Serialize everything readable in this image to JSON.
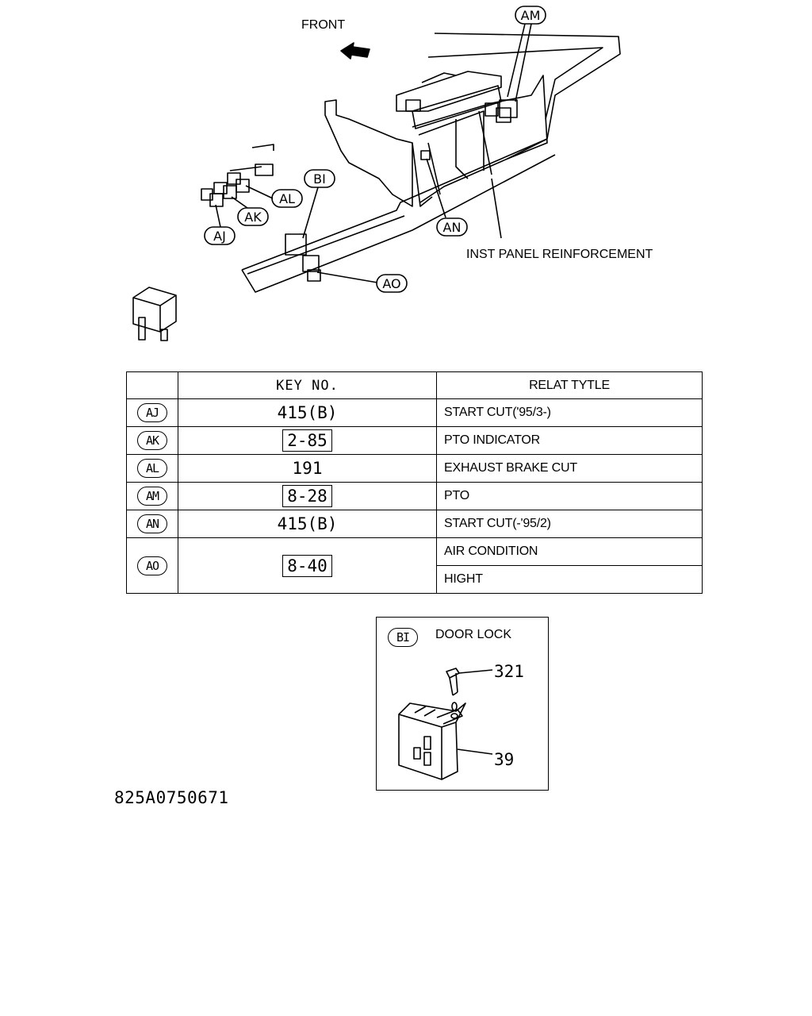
{
  "diagram": {
    "front_label": "FRONT",
    "panel_label": "INST PANEL REINFORCEMENT",
    "callouts": {
      "am": "AM",
      "bi": "BI",
      "al": "AL",
      "ak": "AK",
      "aj": "AJ",
      "an": "AN",
      "ao": "AO"
    }
  },
  "table": {
    "headers": [
      "",
      "KEY NO.",
      "RELAT TYTLE"
    ],
    "rows": [
      {
        "code": "AJ",
        "key": "415(B)",
        "boxed": false,
        "titles": [
          "START CUT('95/3-)"
        ]
      },
      {
        "code": "AK",
        "key": "2-85",
        "boxed": true,
        "titles": [
          "PTO INDICATOR"
        ]
      },
      {
        "code": "AL",
        "key": "191",
        "boxed": false,
        "titles": [
          "EXHAUST BRAKE CUT"
        ]
      },
      {
        "code": "AM",
        "key": "8-28",
        "boxed": true,
        "titles": [
          "PTO"
        ]
      },
      {
        "code": "AN",
        "key": "415(B)",
        "boxed": false,
        "titles": [
          "START CUT(-'95/2)"
        ]
      },
      {
        "code": "AO",
        "key": "8-40",
        "boxed": true,
        "titles": [
          "AIR CONDITION",
          "HIGHT"
        ]
      }
    ]
  },
  "inset": {
    "code": "BI",
    "title": "DOOR LOCK",
    "part_321": "321",
    "part_39": "39"
  },
  "drawing_number": "825A0750671"
}
